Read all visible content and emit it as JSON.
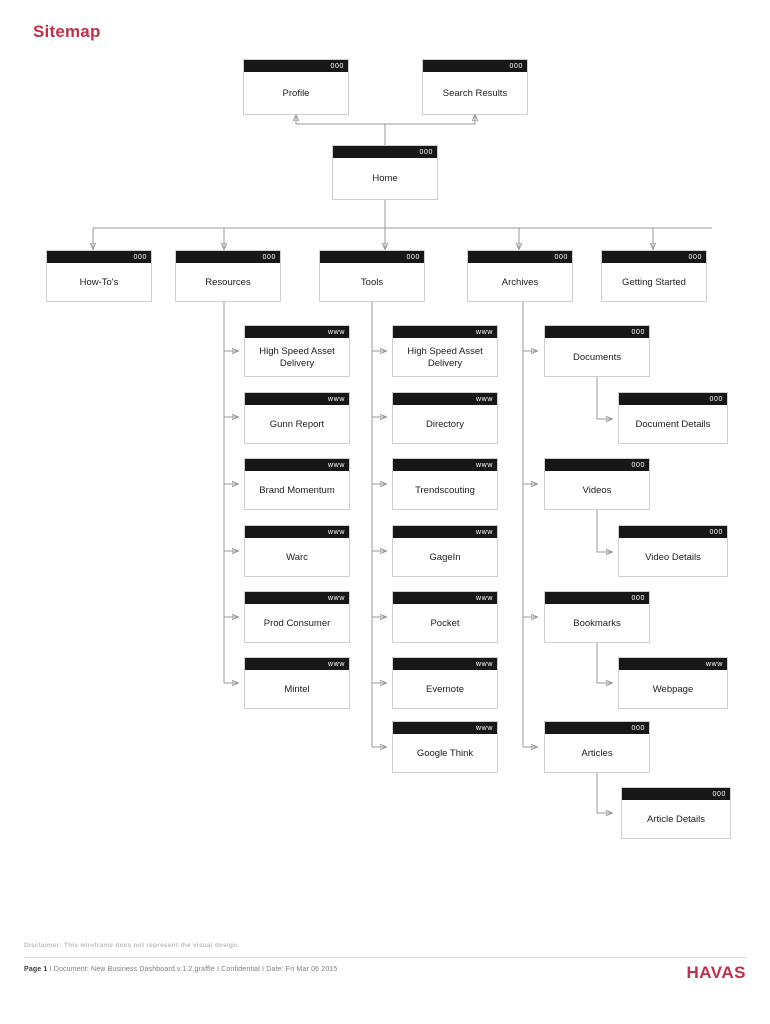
{
  "page": {
    "title": "Sitemap",
    "disclaimer": "Disclaimer: This wireframe does not represent the visual design.",
    "footer": {
      "page_label": "Page 1",
      "rest": " I Document: New Business Dashboard.v.1.2.graffle I Confidential I Date: Fri Mar 06 2015",
      "document": "New Business Dashboard.v.1.2.graffle",
      "confidential": "Confidential",
      "date": "Fri Mar 06 2015",
      "logo": "HAVAS"
    },
    "colors": {
      "accent": "#c0304a",
      "node_header": "#171717",
      "node_border": "#cfcfcf",
      "connector": "#9a9a9a"
    },
    "badge_page": "000",
    "badge_external": "www"
  },
  "nodes": {
    "profile": {
      "label": "Profile",
      "badge": "000"
    },
    "search_results": {
      "label": "Search Results",
      "badge": "000"
    },
    "home": {
      "label": "Home",
      "badge": "000"
    },
    "howtos": {
      "label": "How-To's",
      "badge": "000"
    },
    "resources": {
      "label": "Resources",
      "badge": "000"
    },
    "tools": {
      "label": "Tools",
      "badge": "000"
    },
    "archives": {
      "label": "Archives",
      "badge": "000"
    },
    "getting_started": {
      "label": "Getting Started",
      "badge": "000"
    },
    "res_1": {
      "label": "High Speed Asset Delivery",
      "badge": "www"
    },
    "res_2": {
      "label": "Gunn Report",
      "badge": "www"
    },
    "res_3": {
      "label": "Brand Momentum",
      "badge": "www"
    },
    "res_4": {
      "label": "Warc",
      "badge": "www"
    },
    "res_5": {
      "label": "Prod Consumer",
      "badge": "www"
    },
    "res_6": {
      "label": "Mintel",
      "badge": "www"
    },
    "tool_1": {
      "label": "High Speed Asset Delivery",
      "badge": "www"
    },
    "tool_2": {
      "label": "Directory",
      "badge": "www"
    },
    "tool_3": {
      "label": "Trendscouting",
      "badge": "www"
    },
    "tool_4": {
      "label": "GageIn",
      "badge": "www"
    },
    "tool_5": {
      "label": "Pocket",
      "badge": "www"
    },
    "tool_6": {
      "label": "Evernote",
      "badge": "www"
    },
    "tool_7": {
      "label": "Google Think",
      "badge": "www"
    },
    "arc_documents": {
      "label": "Documents",
      "badge": "000"
    },
    "arc_document_details": {
      "label": "Document Details",
      "badge": "000"
    },
    "arc_videos": {
      "label": "Videos",
      "badge": "000"
    },
    "arc_video_details": {
      "label": "Video Details",
      "badge": "000"
    },
    "arc_bookmarks": {
      "label": "Bookmarks",
      "badge": "000"
    },
    "arc_webpage": {
      "label": "Webpage",
      "badge": "www"
    },
    "arc_articles": {
      "label": "Articles",
      "badge": "000"
    },
    "arc_article_details": {
      "label": "Article Details",
      "badge": "000"
    }
  }
}
